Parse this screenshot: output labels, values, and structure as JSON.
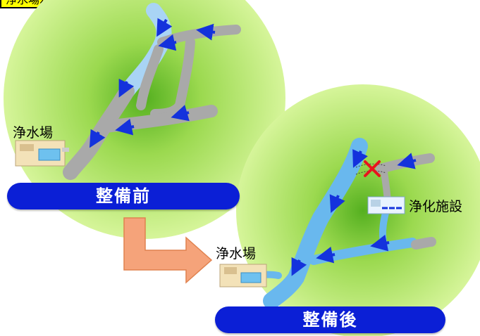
{
  "header": {
    "title": "浄水場水源保全対策"
  },
  "before": {
    "label": "整備前",
    "plant_label": "浄水場"
  },
  "after": {
    "label": "整備後",
    "plant_label": "浄水場",
    "facility_label": "浄化施設"
  },
  "colors": {
    "circle": "#c9f07f",
    "river": "#a9d4f5",
    "river_clean": "#69b8ee",
    "polluted": "#a9a9a9",
    "arrow": "#1432dc",
    "pill": "#0b1fd6",
    "transition_arrow": "#f5a37a",
    "cross": "#e8141e"
  }
}
